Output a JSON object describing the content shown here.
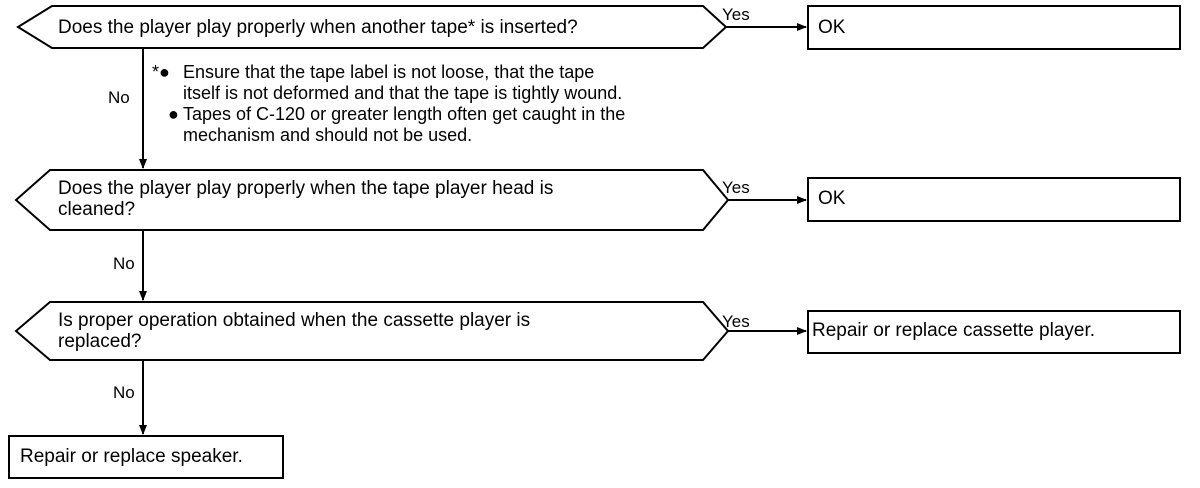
{
  "decisions": [
    {
      "line1": "Does the player play properly when another tape* is inserted?",
      "line2": "",
      "yes": "Yes",
      "no": "No"
    },
    {
      "line1": "Does the player play properly when the tape player head is",
      "line2": "cleaned?",
      "yes": "Yes",
      "no": "No"
    },
    {
      "line1": "Is proper operation obtained when the cassette player is",
      "line2": "replaced?",
      "yes": "Yes",
      "no": "No"
    }
  ],
  "results": {
    "ok1": "OK",
    "ok2": "OK",
    "cassette": "Repair or replace cassette player.",
    "speaker": "Repair or replace speaker."
  },
  "note": {
    "marker": "*●",
    "bullet1_line1": "Ensure that the tape label is not loose, that the tape",
    "bullet1_line2": "itself is not deformed and that the tape is tightly wound.",
    "bullet2_marker": "●",
    "bullet2_line1": "Tapes of C-120 or greater length often get caught in the",
    "bullet2_line2": "mechanism and should not be used."
  }
}
